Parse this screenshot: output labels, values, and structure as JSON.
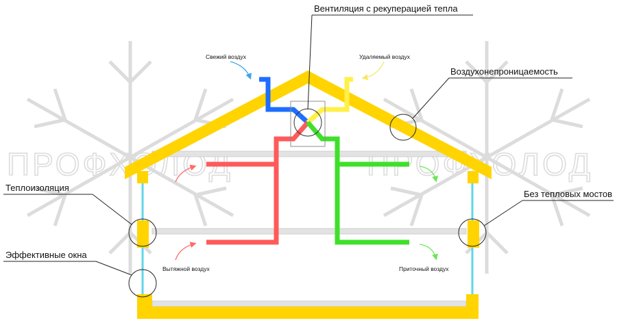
{
  "watermark": {
    "text_left": "ПРОФХОЛОД",
    "text_right": "ПРОФХОЛОД"
  },
  "labels": {
    "ventilation": "Вентиляция с рекуперацией тепла",
    "airtightness": "Воздухонепроницаемость",
    "insulation": "Теплоизоляция",
    "no_bridges": "Без тепловых мостов",
    "windows": "Эффективные окна",
    "fresh_air": "Свежий воздух",
    "exhaust_out": "Удаляемый воздух",
    "extract_air": "Вытяжной воздух",
    "supply_air": "Приточный воздух"
  },
  "colors": {
    "structure": "#ffd400",
    "fresh": "#1f6fff",
    "exhaust": "#fff04a",
    "extract": "#ff5a5a",
    "supply": "#3fe02a",
    "window": "#5fd7e6",
    "floor": "#d9d9d9",
    "watermark": "#dcdcdc"
  }
}
